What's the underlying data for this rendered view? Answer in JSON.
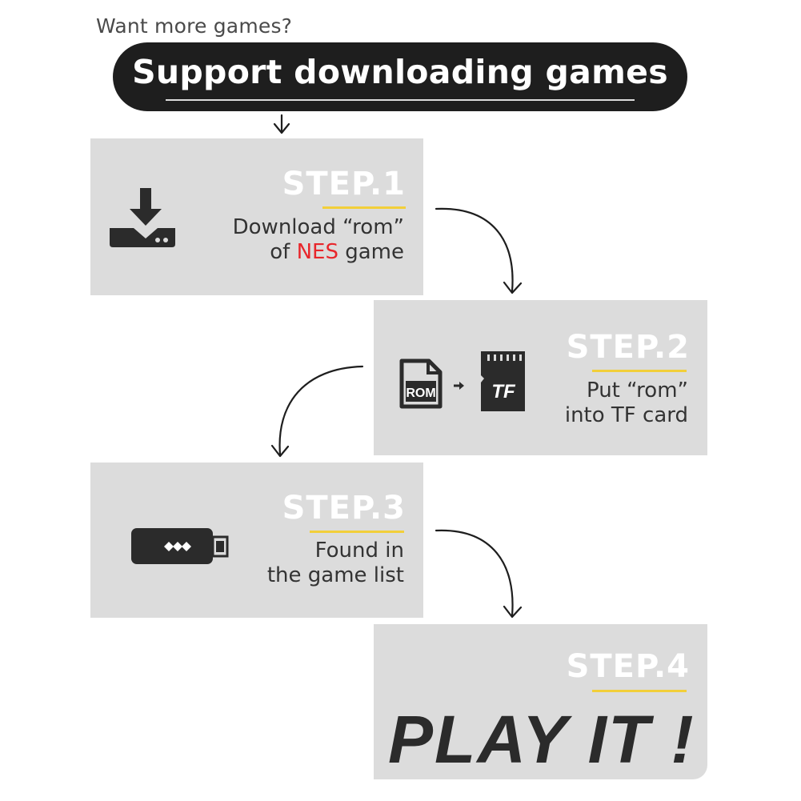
{
  "header": {
    "top_text": "Want more games?",
    "banner_text": "Support downloading games"
  },
  "steps": [
    {
      "title": "STEP.1",
      "line1": "Download “rom”",
      "line2_prefix": "of ",
      "line2_highlight": "NES",
      "line2_suffix": " game",
      "icon": "download-icon"
    },
    {
      "title": "STEP.2",
      "line1": "Put “rom”",
      "line2": "into TF card",
      "icon_left_label": "ROM",
      "icon_right_label": "TF",
      "icon": "rom-to-tf-icon"
    },
    {
      "title": "STEP.3",
      "line1": "Found in",
      "line2": "the game list",
      "icon": "game-stick-icon"
    },
    {
      "title": "STEP.4",
      "main": "PLAY IT !"
    }
  ],
  "colors": {
    "banner": "#1e1e1e",
    "panel": "#dcdcdc",
    "underline": "#f2cf3a",
    "highlight": "#e8262b"
  }
}
